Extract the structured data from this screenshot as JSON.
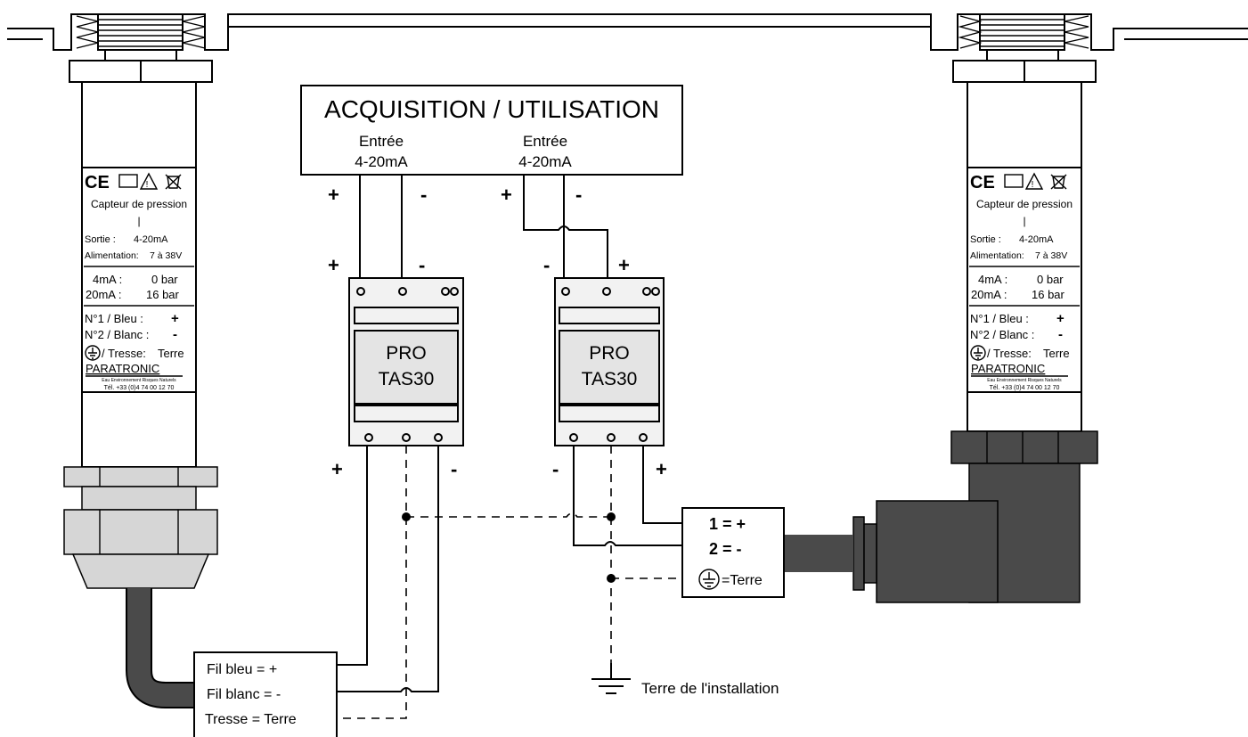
{
  "acquisition": {
    "title": "ACQUISITION / UTILISATION",
    "input1": [
      "Entrée",
      "4-20mA"
    ],
    "input2": [
      "Entrée",
      "4-20mA"
    ]
  },
  "pro_tas": {
    "line1": "PRO",
    "line2": "TAS30"
  },
  "polarity": {
    "plus": "+",
    "minus": "-"
  },
  "sensor_label": {
    "title": "Capteur de pression",
    "range_mark": "|",
    "sortie_label": "Sortie :",
    "sortie_value": "4-20mA",
    "alim_label": "Alimentation:",
    "alim_value": "7 à 38V",
    "row_4ma_label": "4mA :",
    "row_4ma_value": "0 bar",
    "row_20ma_label": "20mA :",
    "row_20ma_value": "16 bar",
    "wire1_label": "N°1 / Bleu :",
    "wire1_value": "+",
    "wire2_label": "N°2 / Blanc :",
    "wire2_value": "-",
    "shield_label": "/ Tresse:",
    "shield_value": "Terre",
    "brand": "PARATRONIC",
    "tagline": "Eau Environnement Risques Naturels",
    "tel": "Tél. +33 (0)4 74 00 12 70"
  },
  "cable_box": {
    "blue": "Fil bleu = +",
    "white": "Fil blanc = -",
    "shield": "Tresse = Terre"
  },
  "connector_box": {
    "pin1": "1 = +",
    "pin2": "2 = -",
    "earth": "=Terre"
  },
  "earth_label": "Terre de l'installation",
  "colors": {
    "line": "#000000",
    "sensor_fitting": "#d6d6d6",
    "cable": "#4a4a4a",
    "connector": "#4a4a4a"
  }
}
